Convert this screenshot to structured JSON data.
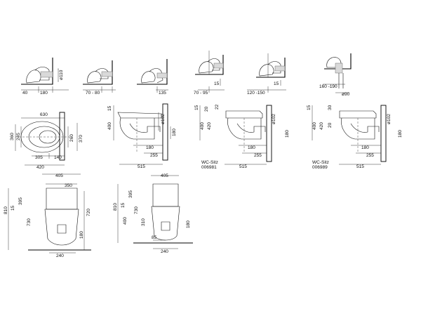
{
  "outlets": [
    {
      "dims": [
        "40",
        "180",
        "ø110"
      ]
    },
    {
      "dims": [
        "70 - 80"
      ]
    },
    {
      "dims": [
        "135"
      ]
    },
    {
      "dims": [
        "70 - 95",
        "15"
      ]
    },
    {
      "dims": [
        "120 -150",
        "15"
      ]
    },
    {
      "dims": [
        "160 -190",
        "ø90"
      ]
    }
  ],
  "plan": {
    "dims": [
      "630",
      "360",
      "245",
      "260",
      "370",
      "305",
      "140",
      "420"
    ]
  },
  "side_views": [
    {
      "dims": [
        "15",
        "400",
        "ø102",
        "180",
        "180",
        "255",
        "515"
      ],
      "label_top": "",
      "label_bottom": ""
    },
    {
      "dims": [
        "15",
        "20",
        "22",
        "400",
        "420",
        "ø102",
        "180",
        "180",
        "255",
        "515"
      ],
      "label_top": "WC-Sitz",
      "label_bottom": "006981"
    },
    {
      "dims": [
        "15",
        "30",
        "400",
        "420",
        "20",
        "ø102",
        "180",
        "180",
        "255",
        "515"
      ],
      "label_top": "WC-Sitz",
      "label_bottom": "006989"
    }
  ],
  "front_left": {
    "dims": [
      "405",
      "350",
      "810",
      "15",
      "395",
      "730",
      "720",
      "180",
      "240"
    ]
  },
  "front_right": {
    "dims": [
      "405",
      "810",
      "15",
      "395",
      "400",
      "310",
      "730",
      "180",
      "85",
      "240"
    ]
  }
}
